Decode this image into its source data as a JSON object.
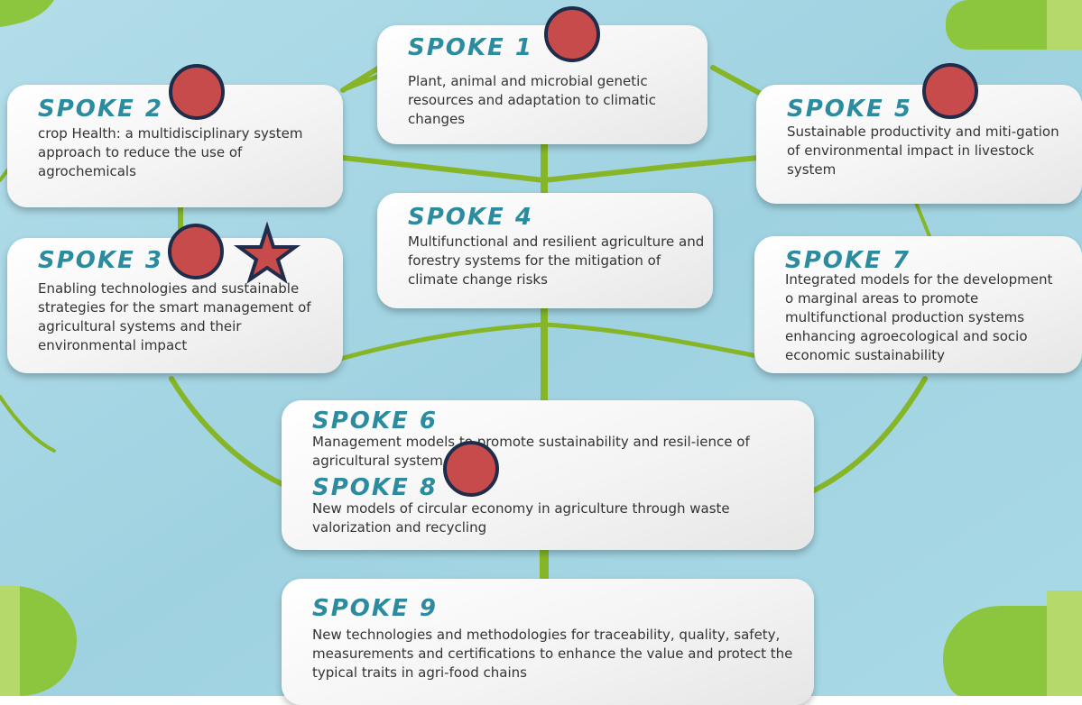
{
  "colors": {
    "background": "#9fd3e2",
    "branch": "#86b628",
    "title": "#2a8c9e",
    "marker_fill": "#c84b4b",
    "marker_stroke": "#1f2d4a"
  },
  "spokes": {
    "s1": {
      "title": "SPOKE 1",
      "desc": "Plant, animal and microbial genetic resources and adaptation to climatic changes"
    },
    "s2": {
      "title": "SPOKE 2",
      "desc": "crop Health: a multidisciplinary system approach to reduce the use of agrochemicals"
    },
    "s3": {
      "title": "SPOKE 3",
      "desc": "Enabling technologies and sustainable strategies for the smart management of agricultural systems and their environmental impact"
    },
    "s4": {
      "title": "SPOKE 4",
      "desc": "Multifunctional and resilient agriculture and forestry systems for the mitigation of climate change risks"
    },
    "s5": {
      "title": "SPOKE 5",
      "desc": "Sustainable productivity and miti-gation of environmental impact in livestock system"
    },
    "s6": {
      "title": "SPOKE 6",
      "desc": "Management models to promote sustainability and resil-ience of agricultural system"
    },
    "s7": {
      "title": "SPOKE 7",
      "desc": "Integrated models for the development o marginal areas to promote multifunctional production systems enhancing agroecological and socio economic sustainability"
    },
    "s8": {
      "title": "SPOKE 8",
      "desc": "New models of circular economy in agriculture through waste valorization and recycling"
    },
    "s9": {
      "title": "SPOKE 9",
      "desc": "New technologies and methodologies for traceability, quality, safety, measurements and certifications to enhance the value and protect the typical traits in agri-food chains"
    }
  }
}
